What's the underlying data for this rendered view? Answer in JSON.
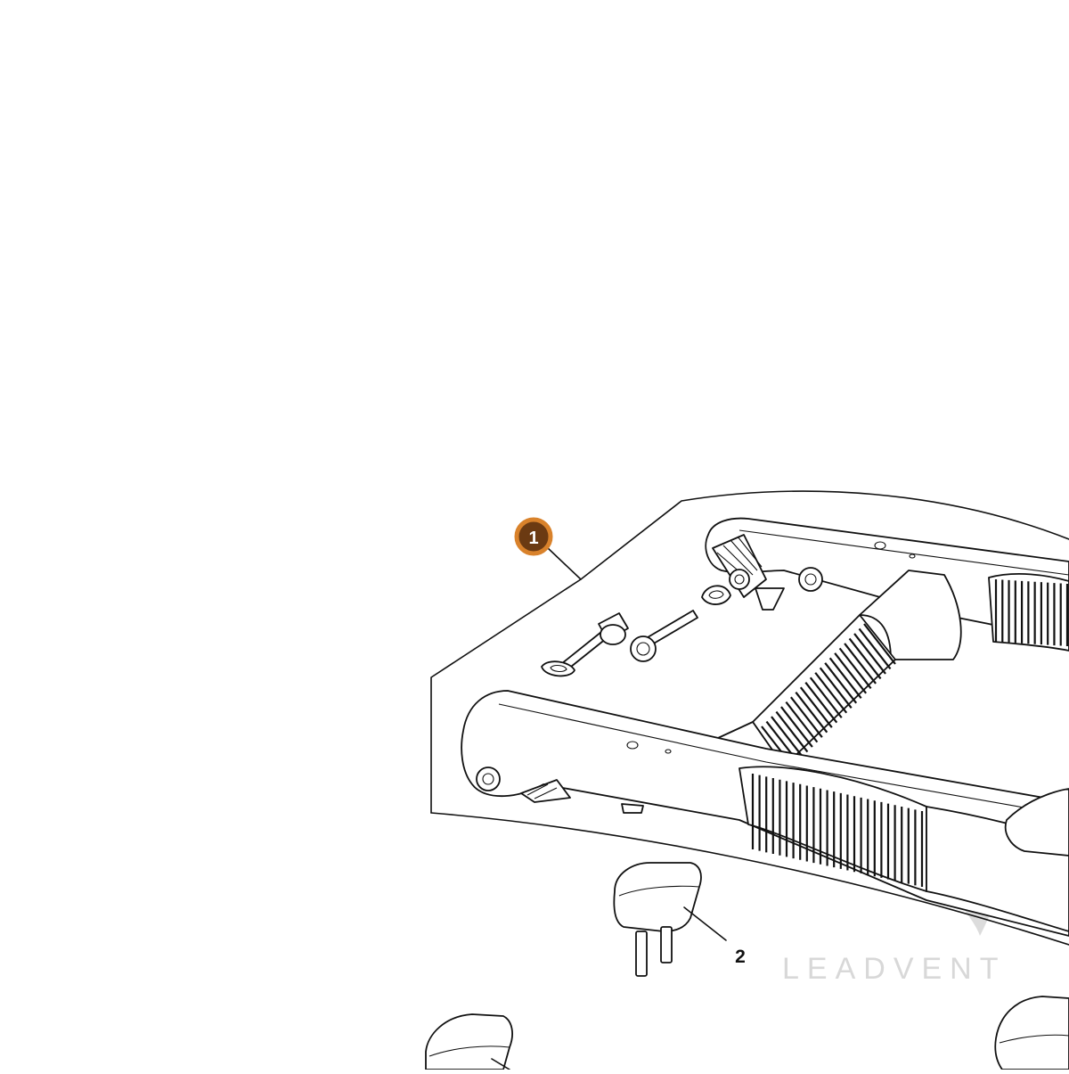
{
  "diagram": {
    "callouts": [
      {
        "id": "1",
        "label": "1",
        "style": "highlighted",
        "fill": "#6b3a12",
        "ring": "#d9822b"
      },
      {
        "id": "2",
        "label": "2",
        "style": "plain"
      }
    ],
    "watermark": {
      "text": "LEADVENT",
      "color": "#d8d8d8"
    }
  }
}
